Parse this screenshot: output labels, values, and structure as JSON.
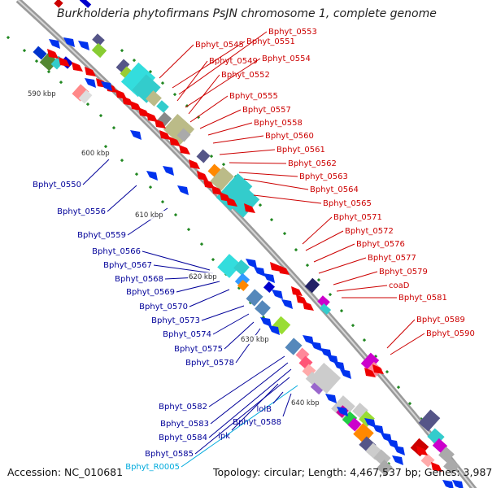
{
  "title": "Burkholderia phytofirmans PsJN chromosome 1, complete genome",
  "footer": {
    "accession": "Accession: NC_010681",
    "topology": "Topology: circular; Length: 4,467,537 bp; Genes: 3,987"
  },
  "colors": {
    "forward_label": "#cc0000",
    "reverse_label": "#000099",
    "rna_label": "#00aadd",
    "backbone": "#999999",
    "tick": "#228822"
  },
  "kbp_labels": [
    "590 kbp",
    "600 kbp",
    "610 kbp",
    "620 kbp",
    "630 kbp",
    "640 kbp"
  ],
  "forward_genes": [
    "Bphyt_0545",
    "Bphyt_0551",
    "Bphyt_0553",
    "Bphyt_0549",
    "Bphyt_0554",
    "Bphyt_0552",
    "Bphyt_0555",
    "Bphyt_0557",
    "Bphyt_0558",
    "Bphyt_0560",
    "Bphyt_0561",
    "Bphyt_0562",
    "Bphyt_0563",
    "Bphyt_0564",
    "Bphyt_0565",
    "Bphyt_0571",
    "Bphyt_0572",
    "Bphyt_0576",
    "Bphyt_0577",
    "Bphyt_0579",
    "coaD",
    "Bphyt_0581",
    "Bphyt_0589",
    "Bphyt_0590"
  ],
  "reverse_genes": [
    "Bphyt_0550",
    "Bphyt_0556",
    "Bphyt_0559",
    "Bphyt_0566",
    "Bphyt_0567",
    "Bphyt_0568",
    "Bphyt_0569",
    "Bphyt_0570",
    "Bphyt_0573",
    "Bphyt_0574",
    "Bphyt_0575",
    "Bphyt_0578",
    "Bphyt_0582",
    "Bphyt_0583",
    "Bphyt_0584",
    "Bphyt_0585",
    "Bphyt_R0005"
  ],
  "inner_genes": [
    "lolB",
    "Bphyt_0588",
    "ipk"
  ]
}
